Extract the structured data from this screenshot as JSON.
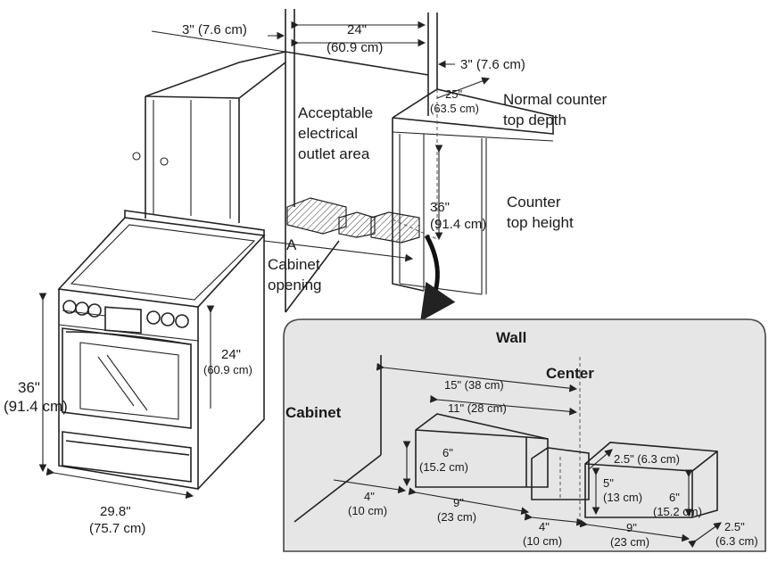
{
  "labels": {
    "left_gap": "3\" (7.6 cm)",
    "width_in": "24\"",
    "width_cm": "(60.9 cm)",
    "right_gap": "3\" (7.6 cm)",
    "depth_in": "25\"",
    "depth_cm": "(63.5 cm)",
    "counter_depth_1": "Normal counter",
    "counter_depth_2": "top depth",
    "outlet_1": "Acceptable",
    "outlet_2": "electrical",
    "outlet_3": "outlet area",
    "height_in": "36\"",
    "height_cm": "(91.4 cm)",
    "counter_height_1": "Counter",
    "counter_height_2": "top height",
    "opening_a": "A",
    "opening_1": "Cabinet",
    "opening_2": "opening",
    "range_depth_in": "24\"",
    "range_depth_cm": "(60.9 cm)",
    "range_height_in": "36\"",
    "range_height_cm": "(91.4 cm)",
    "range_width_in": "29.8\"",
    "range_width_cm": "(75.7 cm)"
  },
  "inset": {
    "wall": "Wall",
    "center": "Center",
    "cabinet": "Cabinet",
    "d15": "15\" (38 cm)",
    "d11": "11\" (28 cm)",
    "h6_in": "6\"",
    "h6_cm": "(15.2 cm)",
    "d4a_in": "4\"",
    "d4a_cm": "(10 cm)",
    "d9a_in": "9\"",
    "d9a_cm": "(23 cm)",
    "d4b_in": "4\"",
    "d4b_cm": "(10 cm)",
    "d9b_in": "9\"",
    "d9b_cm": "(23 cm)",
    "d25a": "2.5\" (6.3 cm)",
    "h5_in": "5\"",
    "h5_cm": "(13 cm)",
    "h6b_in": "6\"",
    "h6b_cm": "(15.2 cm)",
    "d25b_in": "2.5\"",
    "d25b_cm": "(6.3 cm)"
  },
  "colors": {
    "inset_bg": "#e6e6e6",
    "line": "#222222"
  }
}
